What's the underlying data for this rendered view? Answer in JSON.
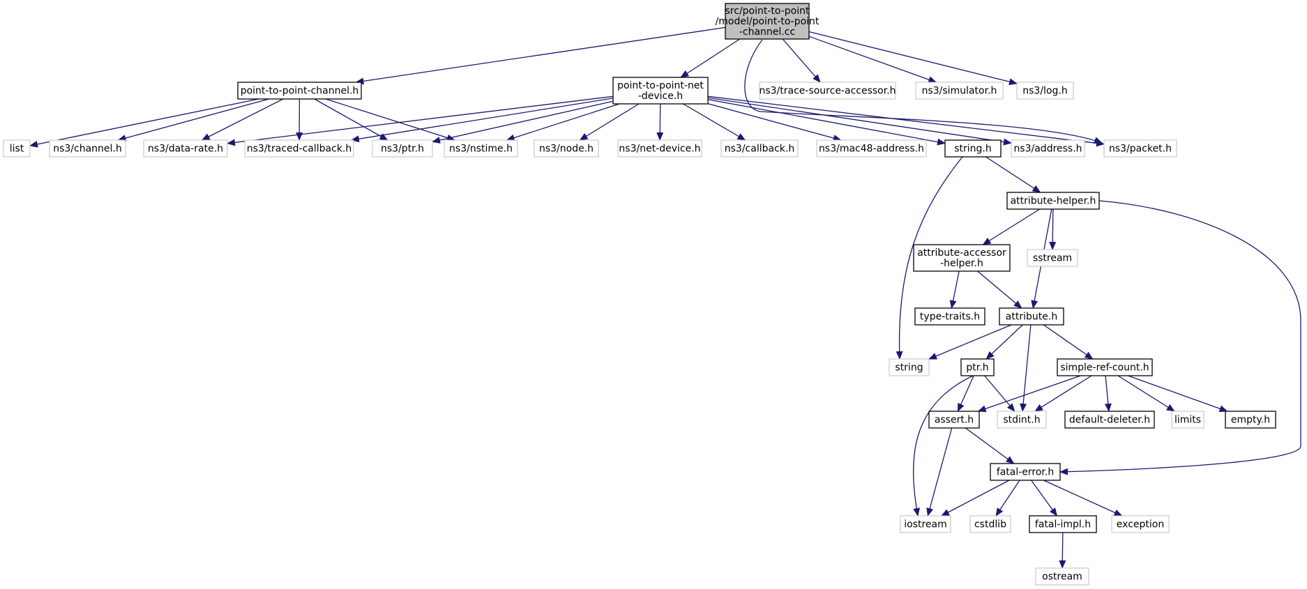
{
  "colors": {
    "edge": "#191970",
    "root_fill": "#bfbfbf",
    "documented_border": "#000000",
    "external_border": "#bfbfbf",
    "background": "#ffffff"
  },
  "nodes": [
    {
      "id": "root",
      "lines": [
        "src/point-to-point",
        "/model/point-to-point",
        "-channel.cc"
      ],
      "kind": "root"
    },
    {
      "id": "ptp_channel_h",
      "lines": [
        "point-to-point-channel.h"
      ],
      "kind": "documented"
    },
    {
      "id": "ptp_net_device_h",
      "lines": [
        "point-to-point-net",
        "-device.h"
      ],
      "kind": "documented"
    },
    {
      "id": "trace_source_accessor",
      "lines": [
        "ns3/trace-source-accessor.h"
      ],
      "kind": "external"
    },
    {
      "id": "ns3_simulator",
      "lines": [
        "ns3/simulator.h"
      ],
      "kind": "external"
    },
    {
      "id": "ns3_log",
      "lines": [
        "ns3/log.h"
      ],
      "kind": "external"
    },
    {
      "id": "list",
      "lines": [
        "list"
      ],
      "kind": "external"
    },
    {
      "id": "ns3_channel",
      "lines": [
        "ns3/channel.h"
      ],
      "kind": "external"
    },
    {
      "id": "ns3_data_rate",
      "lines": [
        "ns3/data-rate.h"
      ],
      "kind": "external"
    },
    {
      "id": "ns3_traced_callback",
      "lines": [
        "ns3/traced-callback.h"
      ],
      "kind": "external"
    },
    {
      "id": "ns3_ptr",
      "lines": [
        "ns3/ptr.h"
      ],
      "kind": "external"
    },
    {
      "id": "ns3_nstime",
      "lines": [
        "ns3/nstime.h"
      ],
      "kind": "external"
    },
    {
      "id": "ns3_node",
      "lines": [
        "ns3/node.h"
      ],
      "kind": "external"
    },
    {
      "id": "ns3_net_device",
      "lines": [
        "ns3/net-device.h"
      ],
      "kind": "external"
    },
    {
      "id": "ns3_callback",
      "lines": [
        "ns3/callback.h"
      ],
      "kind": "external"
    },
    {
      "id": "ns3_mac48",
      "lines": [
        "ns3/mac48-address.h"
      ],
      "kind": "external"
    },
    {
      "id": "string_h",
      "lines": [
        "string.h"
      ],
      "kind": "documented"
    },
    {
      "id": "ns3_address",
      "lines": [
        "ns3/address.h"
      ],
      "kind": "external"
    },
    {
      "id": "ns3_packet",
      "lines": [
        "ns3/packet.h"
      ],
      "kind": "external"
    },
    {
      "id": "attribute_helper",
      "lines": [
        "attribute-helper.h"
      ],
      "kind": "documented"
    },
    {
      "id": "attribute_accessor_helper",
      "lines": [
        "attribute-accessor",
        "-helper.h"
      ],
      "kind": "documented"
    },
    {
      "id": "sstream",
      "lines": [
        "sstream"
      ],
      "kind": "external"
    },
    {
      "id": "type_traits",
      "lines": [
        "type-traits.h"
      ],
      "kind": "documented"
    },
    {
      "id": "attribute_h",
      "lines": [
        "attribute.h"
      ],
      "kind": "documented"
    },
    {
      "id": "string",
      "lines": [
        "string"
      ],
      "kind": "external"
    },
    {
      "id": "ptr_h",
      "lines": [
        "ptr.h"
      ],
      "kind": "documented"
    },
    {
      "id": "simple_ref_count",
      "lines": [
        "simple-ref-count.h"
      ],
      "kind": "documented"
    },
    {
      "id": "assert_h",
      "lines": [
        "assert.h"
      ],
      "kind": "documented"
    },
    {
      "id": "stdint_h",
      "lines": [
        "stdint.h"
      ],
      "kind": "external"
    },
    {
      "id": "default_deleter",
      "lines": [
        "default-deleter.h"
      ],
      "kind": "documented"
    },
    {
      "id": "limits",
      "lines": [
        "limits"
      ],
      "kind": "external"
    },
    {
      "id": "empty_h",
      "lines": [
        "empty.h"
      ],
      "kind": "documented"
    },
    {
      "id": "fatal_error",
      "lines": [
        "fatal-error.h"
      ],
      "kind": "documented"
    },
    {
      "id": "iostream",
      "lines": [
        "iostream"
      ],
      "kind": "external"
    },
    {
      "id": "cstdlib",
      "lines": [
        "cstdlib"
      ],
      "kind": "external"
    },
    {
      "id": "fatal_impl",
      "lines": [
        "fatal-impl.h"
      ],
      "kind": "documented"
    },
    {
      "id": "exception",
      "lines": [
        "exception"
      ],
      "kind": "external"
    },
    {
      "id": "ostream",
      "lines": [
        "ostream"
      ],
      "kind": "external"
    }
  ],
  "edges": [
    [
      "root",
      "ptp_channel_h"
    ],
    [
      "root",
      "ptp_net_device_h"
    ],
    [
      "root",
      "trace_source_accessor"
    ],
    [
      "root",
      "ns3_simulator"
    ],
    [
      "root",
      "ns3_log"
    ],
    [
      "root",
      "ns3_packet"
    ],
    [
      "ptp_channel_h",
      "list"
    ],
    [
      "ptp_channel_h",
      "ns3_channel"
    ],
    [
      "ptp_channel_h",
      "ns3_data_rate"
    ],
    [
      "ptp_channel_h",
      "ns3_traced_callback"
    ],
    [
      "ptp_channel_h",
      "ns3_ptr"
    ],
    [
      "ptp_channel_h",
      "ns3_nstime"
    ],
    [
      "ptp_net_device_h",
      "ns3_data_rate"
    ],
    [
      "ptp_net_device_h",
      "ns3_traced_callback"
    ],
    [
      "ptp_net_device_h",
      "ns3_ptr"
    ],
    [
      "ptp_net_device_h",
      "ns3_nstime"
    ],
    [
      "ptp_net_device_h",
      "ns3_node"
    ],
    [
      "ptp_net_device_h",
      "ns3_net_device"
    ],
    [
      "ptp_net_device_h",
      "ns3_callback"
    ],
    [
      "ptp_net_device_h",
      "ns3_mac48"
    ],
    [
      "ptp_net_device_h",
      "string_h"
    ],
    [
      "ptp_net_device_h",
      "ns3_address"
    ],
    [
      "ptp_net_device_h",
      "ns3_packet"
    ],
    [
      "string_h",
      "attribute_helper"
    ],
    [
      "string_h",
      "string"
    ],
    [
      "attribute_helper",
      "attribute_accessor_helper"
    ],
    [
      "attribute_helper",
      "sstream"
    ],
    [
      "attribute_helper",
      "attribute_h"
    ],
    [
      "attribute_helper",
      "fatal_error"
    ],
    [
      "attribute_accessor_helper",
      "type_traits"
    ],
    [
      "attribute_accessor_helper",
      "attribute_h"
    ],
    [
      "attribute_h",
      "string"
    ],
    [
      "attribute_h",
      "ptr_h"
    ],
    [
      "attribute_h",
      "stdint_h"
    ],
    [
      "attribute_h",
      "simple_ref_count"
    ],
    [
      "ptr_h",
      "iostream"
    ],
    [
      "ptr_h",
      "assert_h"
    ],
    [
      "ptr_h",
      "stdint_h"
    ],
    [
      "simple_ref_count",
      "assert_h"
    ],
    [
      "simple_ref_count",
      "stdint_h"
    ],
    [
      "simple_ref_count",
      "default_deleter"
    ],
    [
      "simple_ref_count",
      "limits"
    ],
    [
      "simple_ref_count",
      "empty_h"
    ],
    [
      "assert_h",
      "iostream"
    ],
    [
      "assert_h",
      "fatal_error"
    ],
    [
      "fatal_error",
      "iostream"
    ],
    [
      "fatal_error",
      "cstdlib"
    ],
    [
      "fatal_error",
      "fatal_impl"
    ],
    [
      "fatal_error",
      "exception"
    ],
    [
      "fatal_impl",
      "ostream"
    ]
  ]
}
